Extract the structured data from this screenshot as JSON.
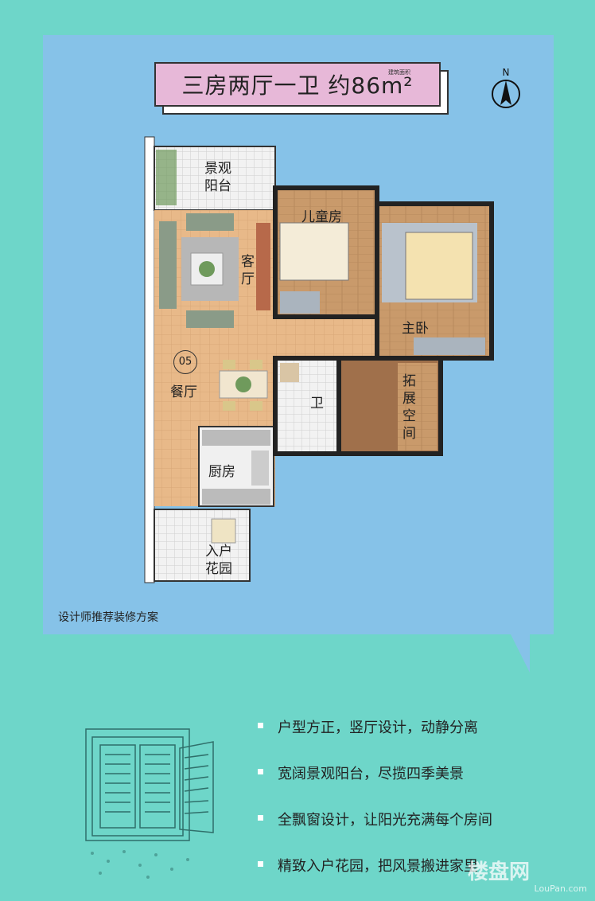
{
  "title": {
    "main": "三房两厅一卫 约86m²",
    "sup": "建筑面积"
  },
  "compass": {
    "label": "N"
  },
  "rooms": {
    "balcony": "景观\n阳台",
    "living": "客\n厅",
    "children": "儿童房",
    "master": "主卧",
    "dining": "餐厅",
    "unit_no": "05",
    "bath": "卫",
    "extend": "拓\n展\n空\n间",
    "kitchen": "厨房",
    "garden": "入户\n花园"
  },
  "designer_note": "设计师推荐装修方案",
  "features": [
    "户型方正，竖厅设计，动静分离",
    "宽阔景观阳台，尽揽四季美景",
    "全飘窗设计，让阳光充满每个房间",
    "精致入户花园，把风景搬进家里"
  ],
  "watermark": {
    "main": "楼盘网",
    "sub": "LouPan.com"
  },
  "colors": {
    "background": "#6ed6c9",
    "card": "#86c2e8",
    "title_box": "#e7b8d8",
    "floor": "#e8b989",
    "wood": "#c99a6b"
  }
}
